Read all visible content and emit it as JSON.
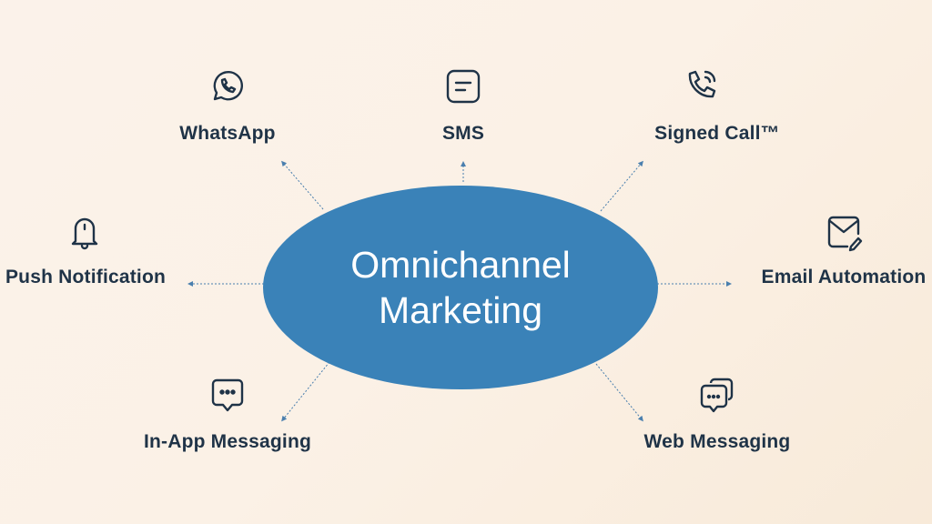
{
  "center": {
    "line1": "Omnichannel",
    "line2": "Marketing",
    "color": "#3a82b8"
  },
  "channels": [
    {
      "label": "WhatsApp",
      "icon": "whatsapp-icon"
    },
    {
      "label": "SMS",
      "icon": "sms-icon"
    },
    {
      "label": "Signed Call™",
      "icon": "phone-call-icon"
    },
    {
      "label": "Push Notification",
      "icon": "bell-icon"
    },
    {
      "label": "Email Automation",
      "icon": "email-edit-icon"
    },
    {
      "label": "In-App Messaging",
      "icon": "chat-bubble-icon"
    },
    {
      "label": "Web Messaging",
      "icon": "stacked-chat-icon"
    }
  ],
  "colors": {
    "text": "#1f3347",
    "arrow": "#4a7fae"
  }
}
